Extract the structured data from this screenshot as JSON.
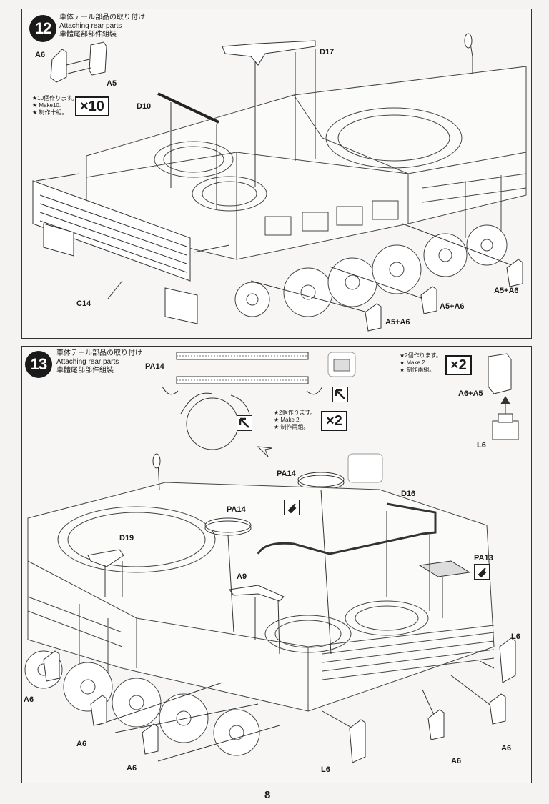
{
  "page_number": "8",
  "step12": {
    "number": "12",
    "title_jp": "車体テール部品の取り付け",
    "title_en": "Attaching rear parts",
    "title_zh": "車體尾部部件組裝",
    "note_jp": "★10個作ります。",
    "note_en": "★ Make10.",
    "note_zh": "★ 制作十組。",
    "multiplier": "×10",
    "parts": {
      "a6": "A6",
      "a5": "A5",
      "d10": "D10",
      "d17": "D17",
      "c14": "C14",
      "a5a6_1": "A5+A6",
      "a5a6_2": "A5+A6",
      "a5a6_3": "A5+A6"
    }
  },
  "step13": {
    "number": "13",
    "title_jp": "車体テール部品の取り付け",
    "title_en": "Attaching rear parts",
    "title_zh": "車體尾部部件組裝",
    "note1_jp": "★2個作ります。",
    "note1_en": "★ Make 2.",
    "note1_zh": "★ 制作兩組。",
    "multiplier1": "×2",
    "note2_jp": "★2個作ります。",
    "note2_en": "★ Make 2.",
    "note2_zh": "★ 制作兩組。",
    "multiplier2": "×2",
    "parts": {
      "pa14_a": "PA14",
      "pa14_b": "PA14",
      "pa14_c": "PA14",
      "a6a5": "A6+A5",
      "l6_top": "L6",
      "d16": "D16",
      "d19": "D19",
      "a9": "A9",
      "pa13": "PA13",
      "l6_right": "L6",
      "l6_bottom": "L6",
      "a6_1": "A6",
      "a6_2": "A6",
      "a6_3": "A6",
      "a6_4": "A6",
      "a6_5": "A6"
    }
  }
}
